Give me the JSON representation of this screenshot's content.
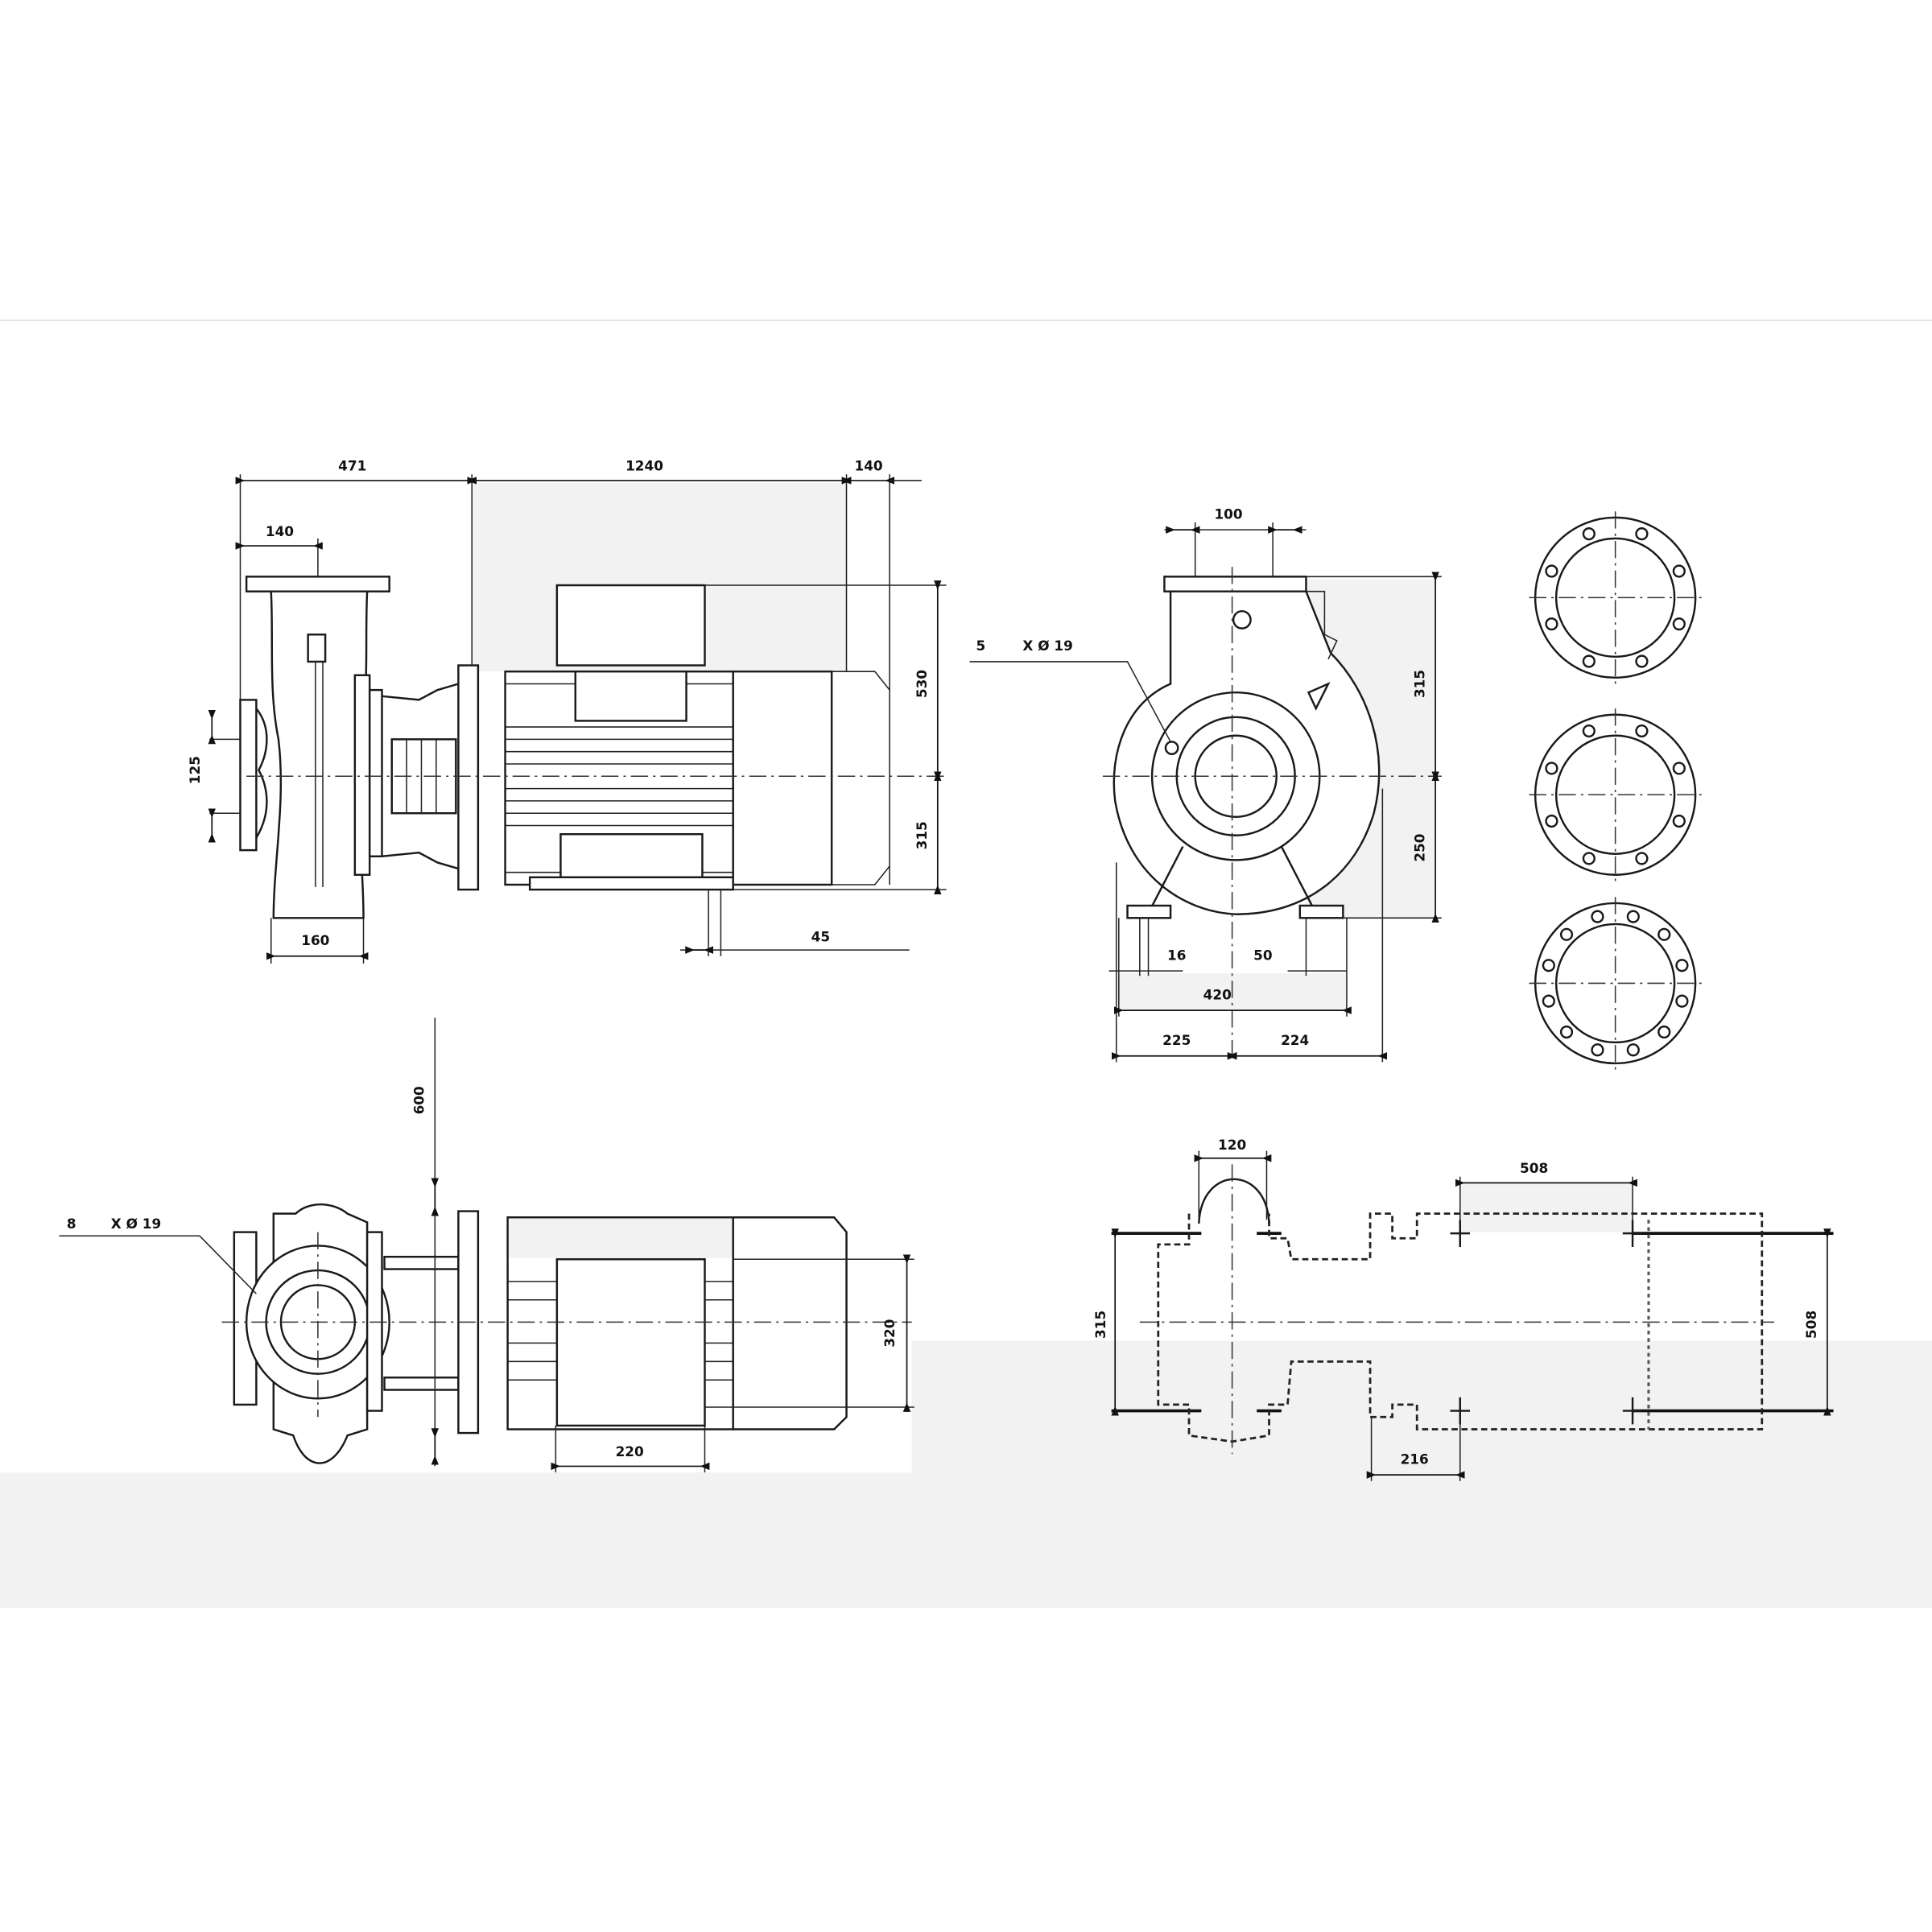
{
  "side_view": {
    "dims": {
      "overall_pump": "471",
      "motor_length": "1240",
      "fan_clearance": "140",
      "suction_to_outlet": "140",
      "suction_dia": "125",
      "motor_upper_height": "530",
      "shaft_height": "315",
      "foot_offset": "45",
      "pump_foot_width": "160"
    }
  },
  "front_view": {
    "dims": {
      "outlet_dia": "100",
      "outlet_height": "315",
      "centre_height": "250",
      "foot_hole": "16",
      "foot_edge": "50",
      "foot_span": "420",
      "left_half": "225",
      "right_half": "224"
    },
    "flange_note": {
      "count": "5",
      "spec": "X Ø 19"
    }
  },
  "top_view": {
    "dims": {
      "removal_clearance": "600",
      "motor_width": "320",
      "terminal_box_width": "220"
    },
    "flange_note": {
      "count": "8",
      "spec": "X Ø 19"
    }
  },
  "foundation_view": {
    "dims": {
      "flange_width": "120",
      "bolt_spacing": "508",
      "bolt_offset": "216",
      "left_span": "315",
      "right_span": "508"
    }
  },
  "flange_patterns": [
    {
      "bolt_holes": 8
    },
    {
      "bolt_holes": 8
    },
    {
      "bolt_holes": 12
    }
  ]
}
